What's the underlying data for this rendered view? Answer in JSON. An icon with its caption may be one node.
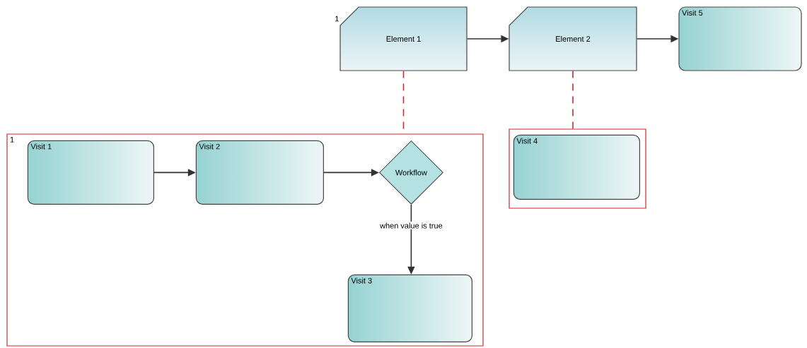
{
  "diagram": {
    "nodes": [
      {
        "text": [
          "Element 1"
        ],
        "beside": [
          "1"
        ]
      },
      {
        "text": [
          "Element 2"
        ]
      },
      {
        "text": [
          "Visit 5"
        ]
      },
      {
        "text": [
          "1"
        ]
      },
      {
        "text": [
          "Visit 1"
        ],
        "in": 3
      },
      {
        "text": [
          "Visit 2"
        ],
        "in": 3
      },
      {
        "text": [
          "Workflow"
        ],
        "in": 3
      },
      {
        "text": [
          "Visit 3"
        ],
        "in": 3
      },
      {
        "text": [],
        "shape": "box"
      },
      {
        "text": [
          "Visit 4"
        ],
        "in": 8
      }
    ],
    "edges": [
      {
        "from": 0,
        "to": 1,
        "arrow": "to"
      },
      {
        "from": 1,
        "to": 2,
        "arrow": "to"
      },
      {
        "from": 0,
        "to": 3,
        "arrow": "none",
        "style": "dashed",
        "color": "#d42a2a"
      },
      {
        "from": 1,
        "to": 8,
        "arrow": "none",
        "style": "dashed",
        "color": "#d42a2a"
      },
      {
        "from": 4,
        "to": 5,
        "arrow": "to"
      },
      {
        "from": 5,
        "to": 6,
        "arrow": "to"
      },
      {
        "from": 6,
        "to": 7,
        "label": "when value is true",
        "arrow": "to"
      }
    ]
  }
}
